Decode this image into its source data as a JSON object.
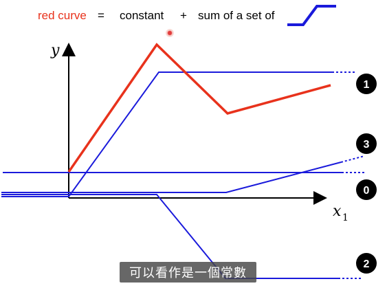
{
  "title": {
    "red_curve": "red curve",
    "equals": "=",
    "constant": "constant",
    "plus": "+",
    "sum_text": "sum of a set of"
  },
  "axes": {
    "y_label": "y",
    "x_label": "x",
    "x_subscript": "1"
  },
  "markers": [
    "1",
    "3",
    "0",
    "2"
  ],
  "caption": "可以看作是一個常數",
  "colors": {
    "red_curve": "#e8321c",
    "blue_curve": "#1a1adb",
    "marker_fill": "#000000",
    "marker_text": "#ffffff",
    "axis": "#000000",
    "caption_bg": "#4a4a4a"
  }
}
